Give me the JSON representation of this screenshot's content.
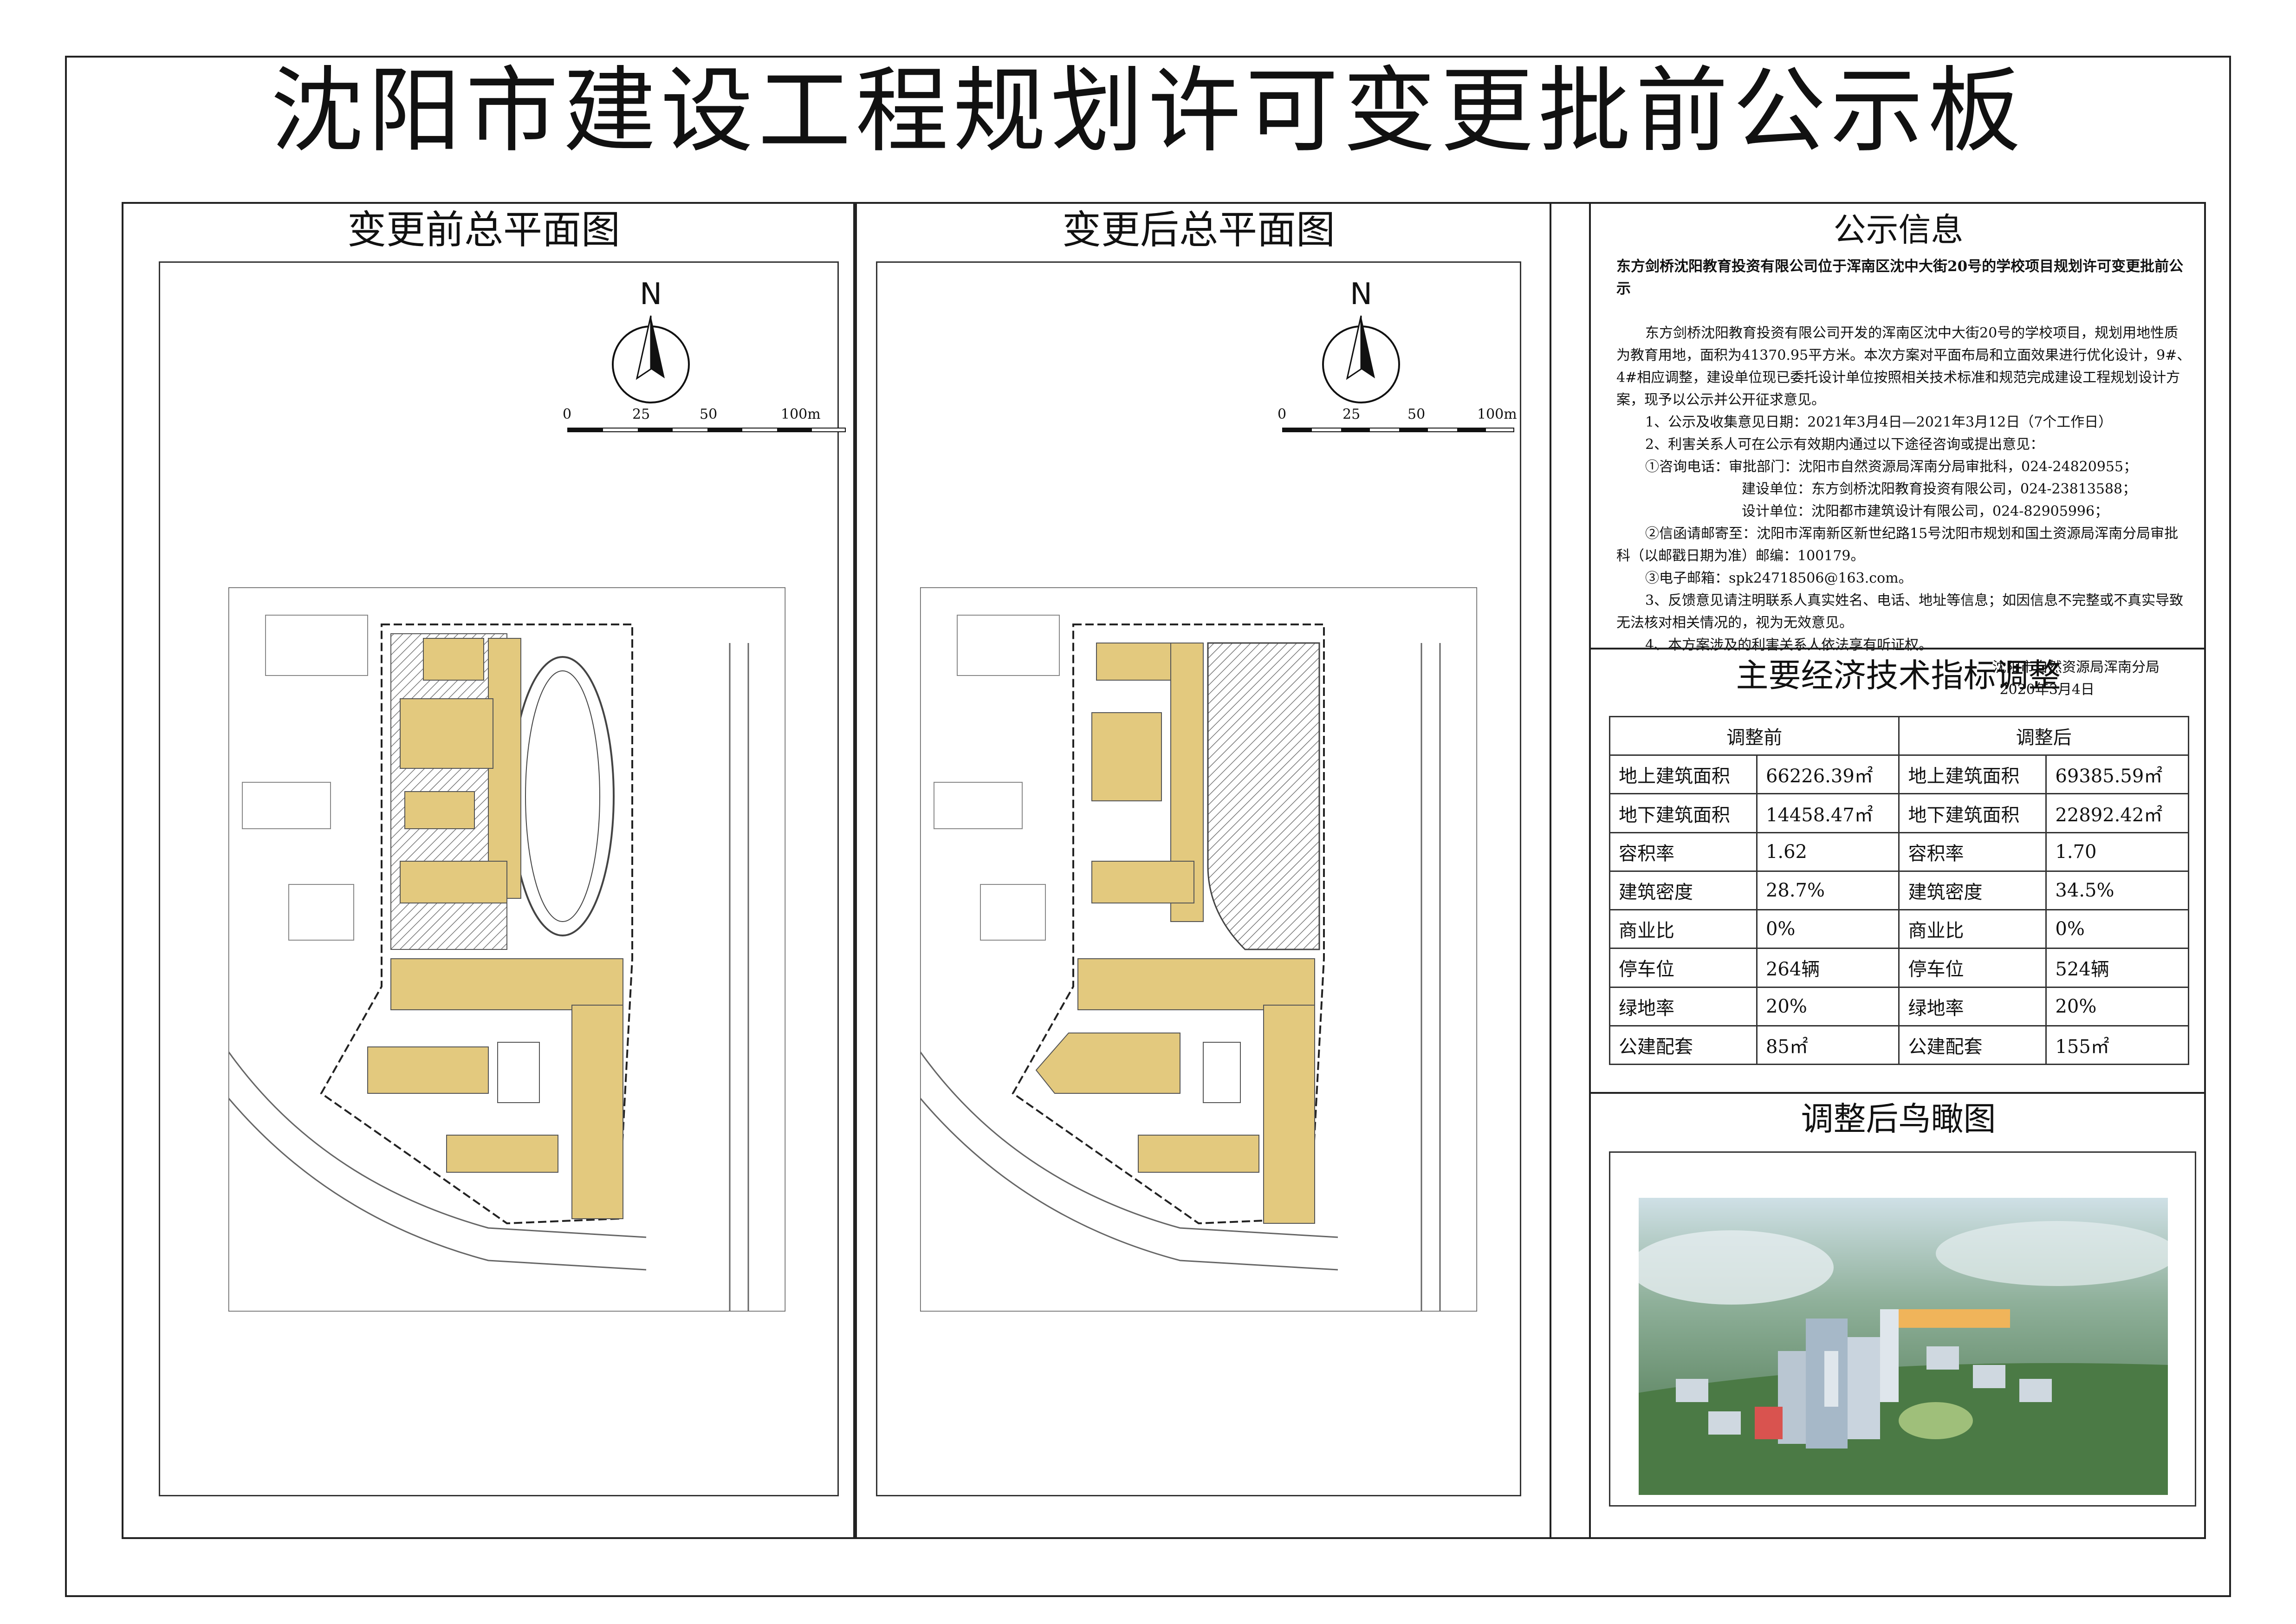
{
  "board_title": "沈阳市建设工程规划许可变更批前公示板",
  "plan_before": {
    "title": "变更前总平面图",
    "north_label": "N",
    "scale_labels": [
      "0",
      "25",
      "50",
      "100m"
    ]
  },
  "plan_after": {
    "title": "变更后总平面图",
    "north_label": "N",
    "scale_labels": [
      "0",
      "25",
      "50",
      "100m"
    ]
  },
  "notice": {
    "title": "公示信息",
    "headline": "东方剑桥沈阳教育投资有限公司位于浑南区沈中大街20号的学校项目规划许可变更批前公示",
    "intro": "东方剑桥沈阳教育投资有限公司开发的浑南区沈中大街20号的学校项目，规划用地性质为教育用地，面积为41370.95平方米。本次方案对平面布局和立面效果进行优化设计，9#、4#相应调整，建设单位现已委托设计单位按照相关技术标准和规范完成建设工程规划设计方案，现予以公示并公开征求意见。",
    "item1": "1、公示及收集意见日期：2021年3月4日—2021年3月12日（7个工作日）",
    "item2": "2、利害关系人可在公示有效期内通过以下途径咨询或提出意见：",
    "item2_a": "①咨询电话：审批部门：沈阳市自然资源局浑南分局审批科，024-24820955；",
    "item2_b": "建设单位：东方剑桥沈阳教育投资有限公司，024-23813588；",
    "item2_c": "设计单位：沈阳都市建筑设计有限公司，024-82905996；",
    "item2_d": "②信函请邮寄至：沈阳市浑南新区新世纪路15号沈阳市规划和国土资源局浑南分局审批科（以邮戳日期为准）邮编：100179。",
    "item2_e": "③电子邮箱：spk24718506@163.com。",
    "item3": "3、反馈意见请注明联系人真实姓名、电话、地址等信息；如因信息不完整或不真实导致无法核对相关情况的，视为无效意见。",
    "item4": "4、本方案涉及的利害关系人依法享有听证权。",
    "signature": "沈阳市自然资源局浑南分局",
    "date": "2020年3月4日"
  },
  "tech": {
    "title": "主要经济技术指标调整",
    "header_before": "调整前",
    "header_after": "调整后",
    "rows": [
      {
        "label": "地上建筑面积",
        "before": "66226.39㎡",
        "after": "69385.59㎡"
      },
      {
        "label": "地下建筑面积",
        "before": "14458.47㎡",
        "after": "22892.42㎡"
      },
      {
        "label": "容积率",
        "before": "1.62",
        "after": "1.70"
      },
      {
        "label": "建筑密度",
        "before": "28.7%",
        "after": "34.5%"
      },
      {
        "label": "商业比",
        "before": "0%",
        "after": "0%"
      },
      {
        "label": "停车位",
        "before": "264辆",
        "after": "524辆"
      },
      {
        "label": "绿地率",
        "before": "20%",
        "after": "20%"
      },
      {
        "label": "公建配套",
        "before": "85㎡",
        "after": "155㎡"
      }
    ]
  },
  "aerial": {
    "title": "调整后鸟瞰图"
  },
  "colors": {
    "building_fill": "#e3c97e",
    "hatch": "#888888",
    "line": "#333333"
  }
}
